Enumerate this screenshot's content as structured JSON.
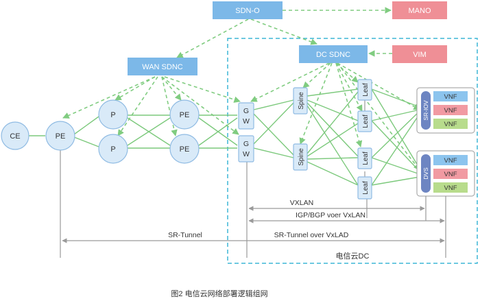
{
  "nodes": {
    "sdn_o": "SDN-O",
    "mano": "MANO",
    "dc_sdnc": "DC SDNC",
    "vim": "VIM",
    "wan_sdnc": "WAN SDNC",
    "ce": "CE",
    "pe_left": "PE",
    "p_top": "P",
    "p_bottom": "P",
    "pe_top": "PE",
    "pe_bottom": "PE",
    "gw_top": "G W",
    "gw_bottom": "G W",
    "spine_top": "Spine",
    "spine_bottom": "Spine",
    "leaf_1": "Leaf",
    "leaf_2": "Leaf",
    "leaf_3": "Leaf",
    "leaf_4": "Leaf",
    "sriov": "SR-IOV",
    "dvs": "DVS",
    "vnf_sriov": [
      "VNF",
      "VNF",
      "VNF"
    ],
    "vnf_dvs": [
      "VNF",
      "VNF",
      "VNF"
    ]
  },
  "tunnels": {
    "vxlan": "VXLAN",
    "igp_bgp": "IGP/BGP voer VxLAN",
    "sr_tunnel": "SR-Tunnel",
    "sr_tunnel_over": "SR-Tunnel over VxLAD"
  },
  "dc_label": "电信云DC",
  "caption": "图2  电信云网络部署逻辑组网",
  "colors": {
    "blue_box": "#7cb8e8",
    "red_box": "#ef8f96",
    "circle_fill": "#d9eaf8",
    "circle_stroke": "#8fbbe3",
    "green_line": "#7cc97c",
    "dash_green": "#80cc80",
    "dc_border": "#3cb6d6",
    "gray_line": "#9a9a9a",
    "vnf_blue": "#8cc4ee",
    "vnf_red": "#f19aa2",
    "vnf_green": "#b8dc8c",
    "vswitch": "#6d85c2"
  }
}
